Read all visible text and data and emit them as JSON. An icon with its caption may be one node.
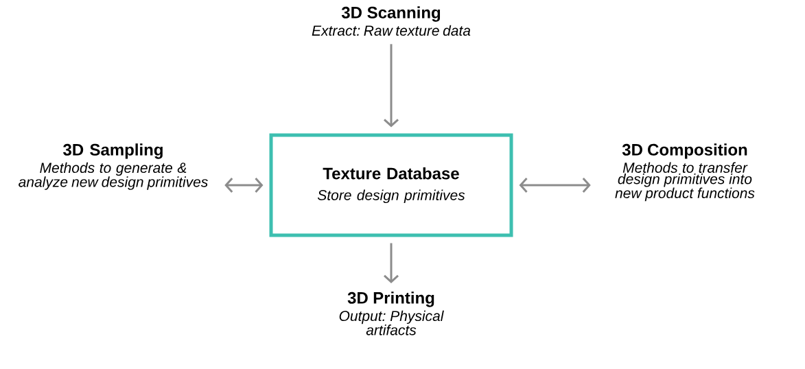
{
  "diagram": {
    "nodes": [
      {
        "text": [
          "Texture Database",
          "Store design primitives"
        ]
      },
      {
        "text": [
          "3D Scanning",
          "Extract: Raw texture data"
        ]
      },
      {
        "text": [
          "3D Sampling",
          "Methods to generate & analyze new design primitives"
        ]
      },
      {
        "text": [
          "3D Composition",
          "Methods to transfer design primitives into new product functions"
        ]
      },
      {
        "text": [
          "3D Printing",
          "Output: Physical artifacts"
        ]
      }
    ],
    "edges": [
      {
        "from": 1,
        "to": 0,
        "arrow": "to"
      },
      {
        "from": 0,
        "to": 2,
        "arrow": "both"
      },
      {
        "from": 0,
        "to": 3,
        "arrow": "both"
      },
      {
        "from": 0,
        "to": 4,
        "arrow": "to"
      }
    ]
  }
}
